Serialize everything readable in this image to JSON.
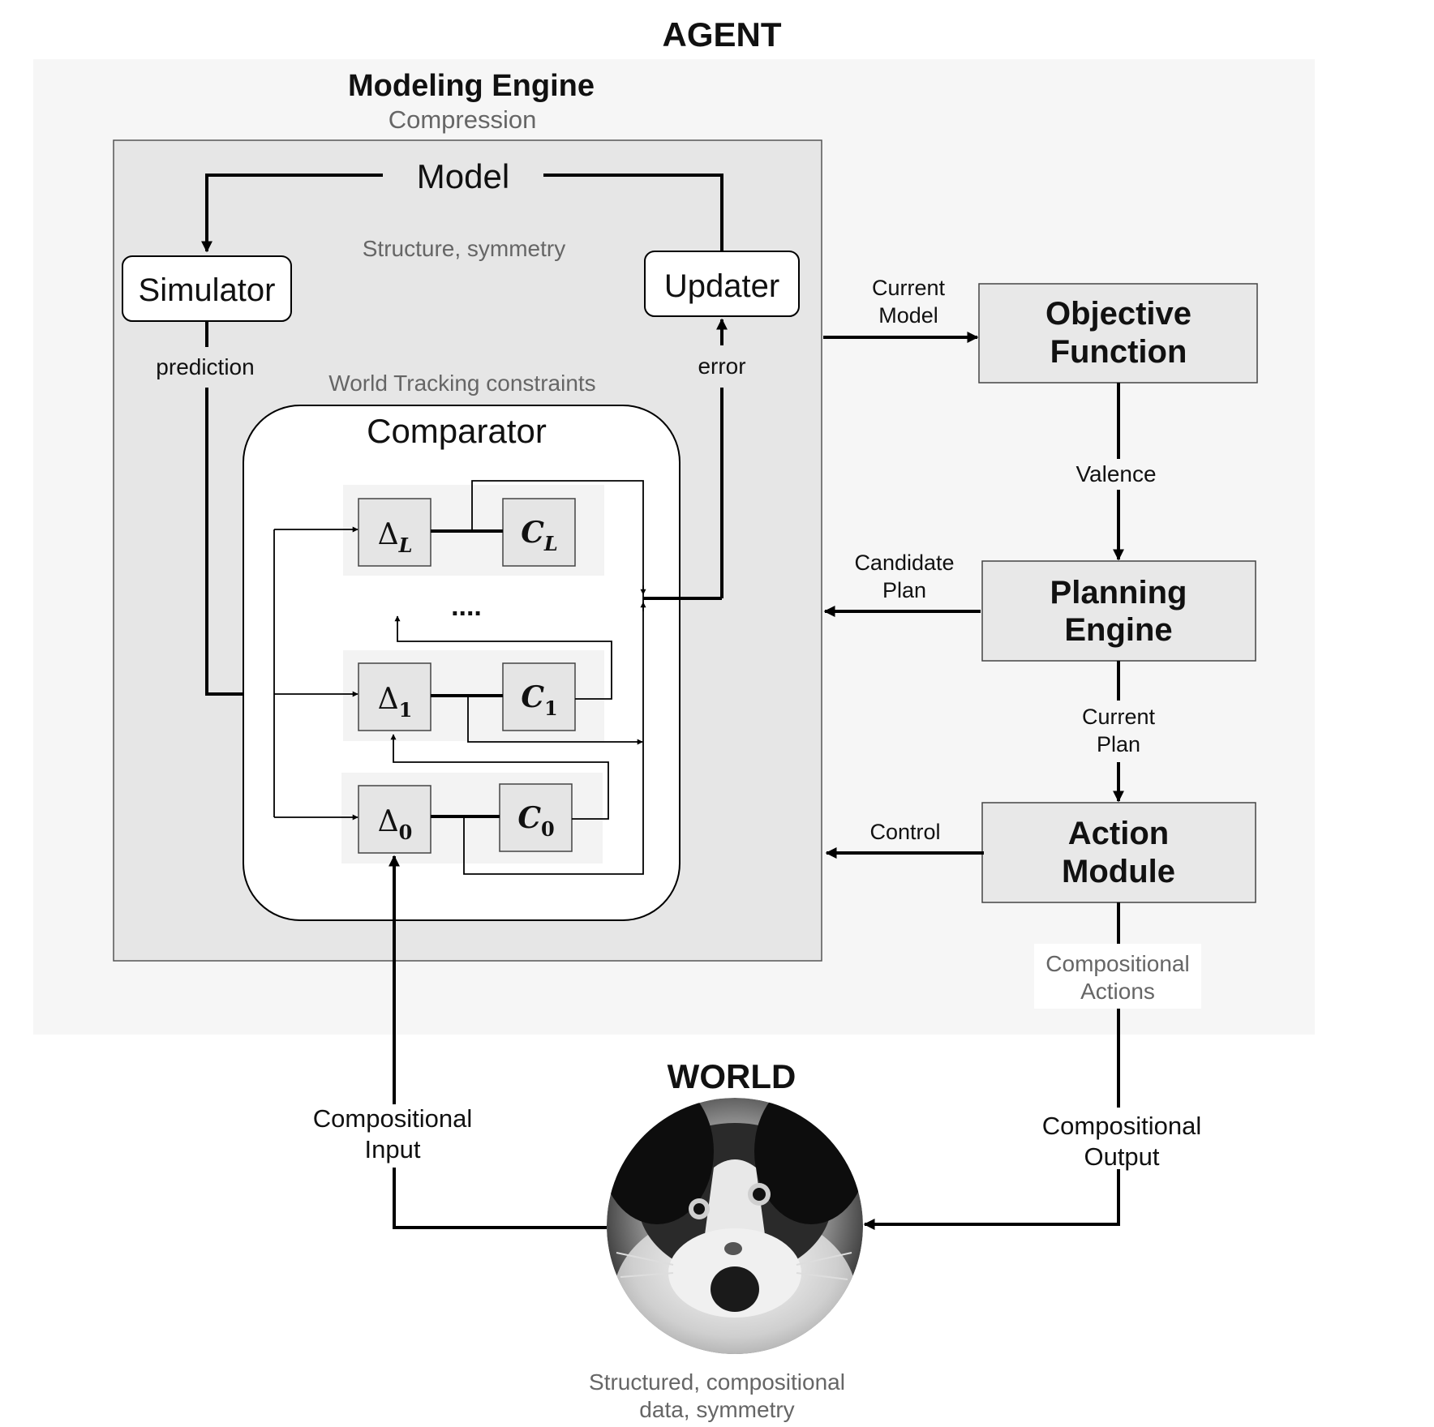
{
  "agent": {
    "title": "AGENT"
  },
  "modeling_engine": {
    "title": "Modeling Engine",
    "subtitle": "Compression",
    "model_label": "Model",
    "structure_label": "Structure, symmetry",
    "simulator_label": "Simulator",
    "updater_label": "Updater",
    "prediction_label": "prediction",
    "error_label": "error",
    "world_tracking_label": "World Tracking constraints",
    "ellipsis": "...."
  },
  "comparator": {
    "title": "Comparator",
    "levels": [
      {
        "delta": "Δ",
        "delta_sub": "L",
        "c": "C",
        "c_sub": "L"
      },
      {
        "delta": "Δ",
        "delta_sub": "1",
        "c": "C",
        "c_sub": "1"
      },
      {
        "delta": "Δ",
        "delta_sub": "0",
        "c": "C",
        "c_sub": "0"
      }
    ]
  },
  "right_column": {
    "current_model": [
      "Current",
      "Model"
    ],
    "objective_function": [
      "Objective",
      "Function"
    ],
    "valence": "Valence",
    "candidate_plan": [
      "Candidate",
      "Plan"
    ],
    "planning_engine": [
      "Planning",
      "Engine"
    ],
    "current_plan": [
      "Current",
      "Plan"
    ],
    "control": "Control",
    "action_module": [
      "Action",
      "Module"
    ],
    "compositional_actions": [
      "Compositional",
      "Actions"
    ]
  },
  "world": {
    "title": "WORLD",
    "compositional_input": [
      "Compositional",
      "Input"
    ],
    "compositional_output": [
      "Compositional",
      "Output"
    ],
    "caption": [
      "Structured, compositional",
      "data, symmetry"
    ],
    "image_subject": "cat-photo"
  },
  "colors": {
    "agent_bg": "#f6f6f6",
    "engine_bg": "#e6e6e6",
    "box_bg": "#e8e8e8",
    "line": "#000000",
    "muted_text": "#666666"
  }
}
